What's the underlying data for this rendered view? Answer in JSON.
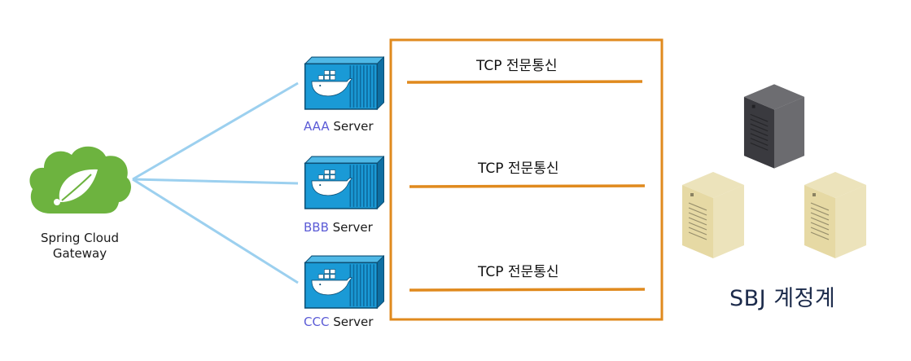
{
  "gateway": {
    "line1": "Spring Cloud",
    "line2": "Gateway",
    "icon": "spring-cloud-icon",
    "color": "#6db33f"
  },
  "servers": [
    {
      "prefix": "AAA",
      "suffix": " Server",
      "icon": "docker-container-icon"
    },
    {
      "prefix": "BBB",
      "suffix": " Server",
      "icon": "docker-container-icon"
    },
    {
      "prefix": "CCC",
      "suffix": " Server",
      "icon": "docker-container-icon"
    }
  ],
  "tcp_links": [
    {
      "label": "TCP 전문통신"
    },
    {
      "label": "TCP 전문통신"
    },
    {
      "label": "TCP 전문통신"
    }
  ],
  "system": {
    "label": "SBJ 계정계",
    "icons": [
      "dark-server-icon",
      "beige-server-icon",
      "beige-server-icon"
    ]
  },
  "colors": {
    "box_border": "#e08a1e",
    "tcp_line": "#e08a1e",
    "connector": "#9cd0ef",
    "server_prefix": "#5b5bd6",
    "container": "#1a9ad6"
  }
}
